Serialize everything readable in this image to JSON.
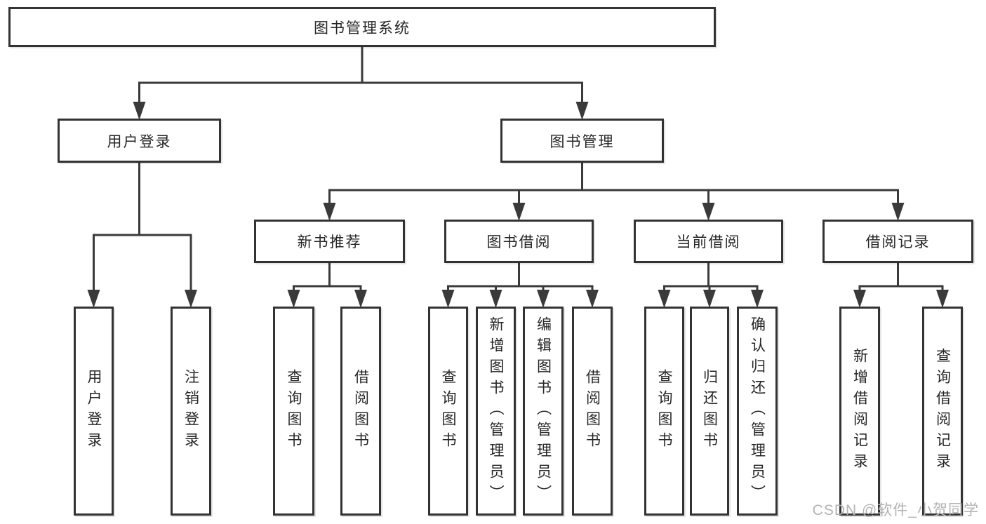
{
  "diagram": {
    "nodes": {
      "root": {
        "label": "图书管理系统"
      },
      "user_login": {
        "label": "用户登录"
      },
      "book_mgmt": {
        "label": "图书管理"
      },
      "new_book_rec": {
        "label": "新书推荐"
      },
      "book_borrow": {
        "label": "图书借阅"
      },
      "current_borrow": {
        "label": "当前借阅"
      },
      "borrow_record": {
        "label": "借阅记录"
      },
      "user_login_leaf": {
        "label": "用户登录"
      },
      "logout": {
        "label": "注销登录"
      },
      "nb_query": {
        "label": "查询图书"
      },
      "nb_borrow": {
        "label": "借阅图书"
      },
      "bb_query": {
        "label": "查询图书"
      },
      "bb_add": {
        "label": "新增图书（管理员）"
      },
      "bb_edit": {
        "label": "编辑图书（管理员）"
      },
      "bb_borrow": {
        "label": "借阅图书"
      },
      "cb_query": {
        "label": "查询图书"
      },
      "cb_return": {
        "label": "归还图书"
      },
      "cb_confirm": {
        "label": "确认归还（管理员）"
      },
      "br_add": {
        "label": "新增借阅记录"
      },
      "br_query": {
        "label": "查询借阅记录"
      }
    },
    "edges": [
      {
        "from": "root",
        "to": [
          "user_login",
          "book_mgmt"
        ]
      },
      {
        "from": "user_login",
        "to": [
          "user_login_leaf",
          "logout"
        ]
      },
      {
        "from": "book_mgmt",
        "to": [
          "new_book_rec",
          "book_borrow",
          "current_borrow",
          "borrow_record"
        ]
      },
      {
        "from": "new_book_rec",
        "to": [
          "nb_query",
          "nb_borrow"
        ]
      },
      {
        "from": "book_borrow",
        "to": [
          "bb_query",
          "bb_add",
          "bb_edit",
          "bb_borrow"
        ]
      },
      {
        "from": "current_borrow",
        "to": [
          "cb_query",
          "cb_return",
          "cb_confirm"
        ]
      },
      {
        "from": "borrow_record",
        "to": [
          "br_add",
          "br_query"
        ]
      }
    ]
  },
  "colors": {
    "line": "#3a3a3a",
    "box_border": "#333333",
    "box_fill": "#ffffff",
    "text": "#262626",
    "watermark": "#b3b3b3",
    "background": "#ffffff"
  },
  "watermark": {
    "text": "CSDN @软件_小贺同学"
  }
}
